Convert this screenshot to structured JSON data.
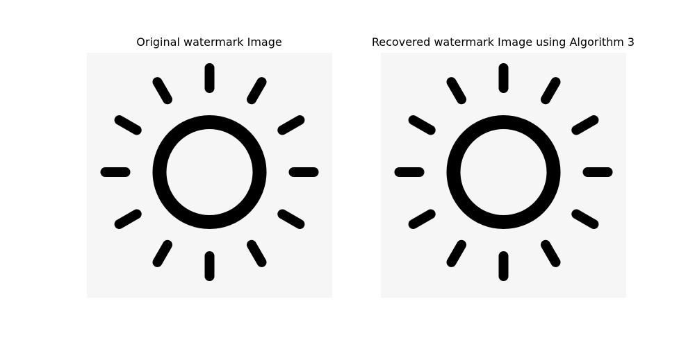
{
  "figure": {
    "panels": [
      {
        "title": "Original watermark Image",
        "image_icon": "sun-icon",
        "background_color": "#f6f6f6",
        "stroke_color": "#000000",
        "ray_count": 12
      },
      {
        "title": "Recovered watermark Image using Algorithm 3",
        "image_icon": "sun-icon",
        "background_color": "#f6f6f6",
        "stroke_color": "#000000",
        "ray_count": 12
      }
    ]
  }
}
